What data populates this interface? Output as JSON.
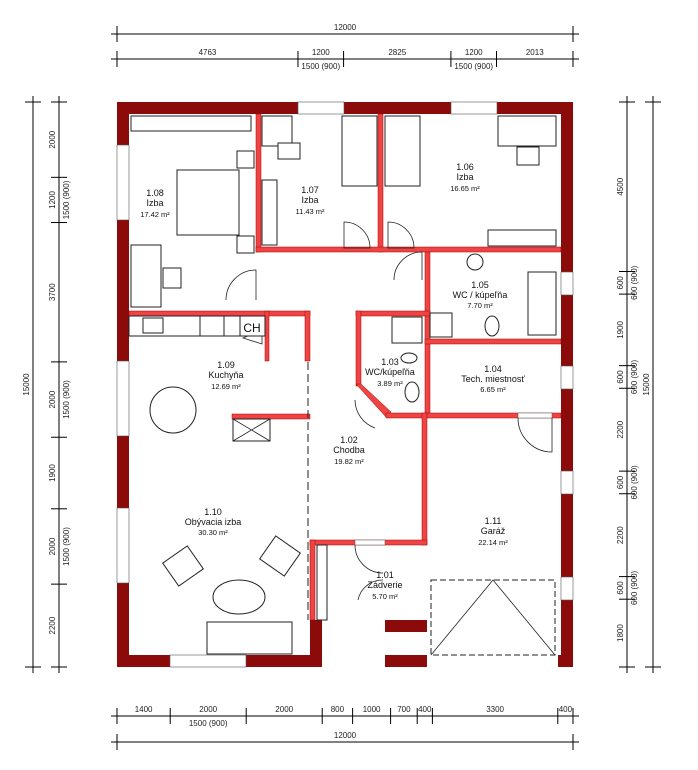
{
  "dimensions": {
    "top_total": "12000",
    "top_chain": [
      {
        "mm": 4763,
        "label": "4763",
        "sub": ""
      },
      {
        "mm": 1200,
        "label": "1200",
        "sub": "1500 (900)"
      },
      {
        "mm": 2825,
        "label": "2825",
        "sub": ""
      },
      {
        "mm": 1200,
        "label": "1200",
        "sub": "1500 (900)"
      },
      {
        "mm": 2013,
        "label": "2013",
        "sub": ""
      }
    ],
    "bottom_total": "12000",
    "bottom_chain": [
      {
        "mm": 1400,
        "label": "1400",
        "sub": ""
      },
      {
        "mm": 2000,
        "label": "2000",
        "sub": "1500 (900)"
      },
      {
        "mm": 2000,
        "label": "2000",
        "sub": ""
      },
      {
        "mm": 800,
        "label": "800",
        "sub": ""
      },
      {
        "mm": 1000,
        "label": "1000",
        "sub": ""
      },
      {
        "mm": 700,
        "label": "700",
        "sub": ""
      },
      {
        "mm": 400,
        "label": "400",
        "sub": ""
      },
      {
        "mm": 3300,
        "label": "3300",
        "sub": ""
      },
      {
        "mm": 400,
        "label": "400",
        "sub": ""
      }
    ],
    "left_total": "15000",
    "left_chain": [
      {
        "mm": 2000,
        "label": "2000",
        "sub": ""
      },
      {
        "mm": 1200,
        "label": "1200",
        "sub": "1500 (900)"
      },
      {
        "mm": 3700,
        "label": "3700",
        "sub": ""
      },
      {
        "mm": 2000,
        "label": "2000",
        "sub": "1500 (900)"
      },
      {
        "mm": 1900,
        "label": "1900",
        "sub": ""
      },
      {
        "mm": 2000,
        "label": "2000",
        "sub": "1500 (900)"
      },
      {
        "mm": 2200,
        "label": "2200",
        "sub": ""
      }
    ],
    "right_total": "15000",
    "right_chain": [
      {
        "mm": 4500,
        "label": "4500",
        "sub": ""
      },
      {
        "mm": 600,
        "label": "600",
        "sub": "600 (900)"
      },
      {
        "mm": 1900,
        "label": "1900",
        "sub": ""
      },
      {
        "mm": 600,
        "label": "600",
        "sub": "600 (900)"
      },
      {
        "mm": 2200,
        "label": "2200",
        "sub": ""
      },
      {
        "mm": 600,
        "label": "600",
        "sub": "600 (900)"
      },
      {
        "mm": 2200,
        "label": "2200",
        "sub": ""
      },
      {
        "mm": 600,
        "label": "600",
        "sub": "600 (900)"
      },
      {
        "mm": 1800,
        "label": "1800",
        "sub": ""
      }
    ]
  },
  "rooms": {
    "r108": {
      "no": "1.08",
      "name": "Izba",
      "area": "17.42 m²"
    },
    "r107": {
      "no": "1.07",
      "name": "Izba",
      "area": "11.43 m²"
    },
    "r106": {
      "no": "1.06",
      "name": "Izba",
      "area": "16.65 m²"
    },
    "r105": {
      "no": "1.05",
      "name": "WC / kúpeľňa",
      "area": "7.70 m²"
    },
    "r109": {
      "no": "1.09",
      "name": "Kuchyňa",
      "area": "12.69 m²"
    },
    "r103": {
      "no": "1.03",
      "name": "WC/kúpeľňa",
      "area": "3.89 m²"
    },
    "r104": {
      "no": "1.04",
      "name": "Tech. miestnosť",
      "area": "6.65 m²"
    },
    "r102": {
      "no": "1.02",
      "name": "Chodba",
      "area": "19.82 m²"
    },
    "r110": {
      "no": "1.10",
      "name": "Obývacia izba",
      "area": "30.30 m²"
    },
    "r111": {
      "no": "1.11",
      "name": "Garáž",
      "area": "22.14 m²"
    },
    "r101": {
      "no": "1.01",
      "name": "Zádverie",
      "area": "5.70 m²"
    }
  },
  "chimney_label": "CH",
  "colors": {
    "outer_wall": "#8b0a0a",
    "inner_wall": "#ee4444"
  }
}
